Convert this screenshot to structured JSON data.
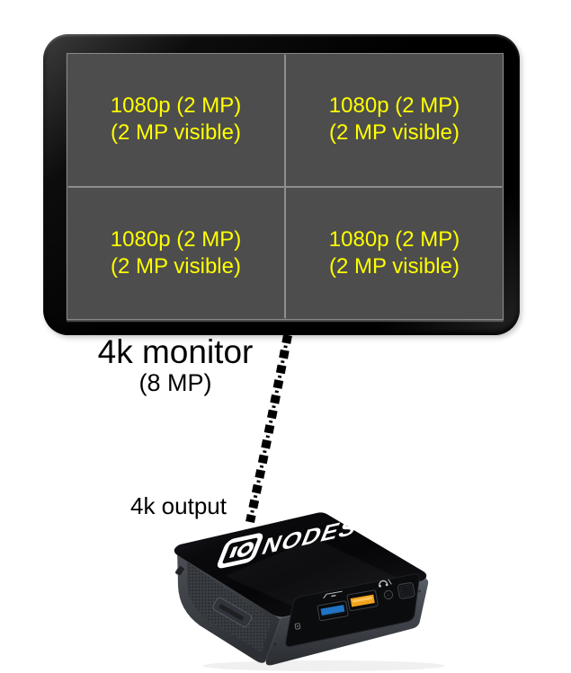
{
  "monitor": {
    "label": "4k monitor",
    "sublabel": "(8 MP)",
    "quadrants": [
      {
        "line1": "1080p (2 MP)",
        "line2": "(2 MP visible)"
      },
      {
        "line1": "1080p (2 MP)",
        "line2": "(2 MP visible)"
      },
      {
        "line1": "1080p (2 MP)",
        "line2": "(2 MP visible)"
      },
      {
        "line1": "1080p (2 MP)",
        "line2": "(2 MP visible)"
      }
    ],
    "colors": {
      "frame": "#000000",
      "screen": "#4d4d4d",
      "divider": "#8e8e8e",
      "text": "#ffff00"
    }
  },
  "connector": {
    "label": "4k output",
    "style": "dashed",
    "color": "#000000"
  },
  "device": {
    "brand": "IONODES",
    "logo_prefix": "IO",
    "logo_suffix": "NODES",
    "ports": [
      {
        "name": "usb3-port",
        "color": "#2173c4"
      },
      {
        "name": "usb-charging-port",
        "color": "#f0a31f"
      },
      {
        "name": "audio-jack",
        "color": "#17191b"
      },
      {
        "name": "power-button",
        "color": "#16181b"
      }
    ]
  }
}
